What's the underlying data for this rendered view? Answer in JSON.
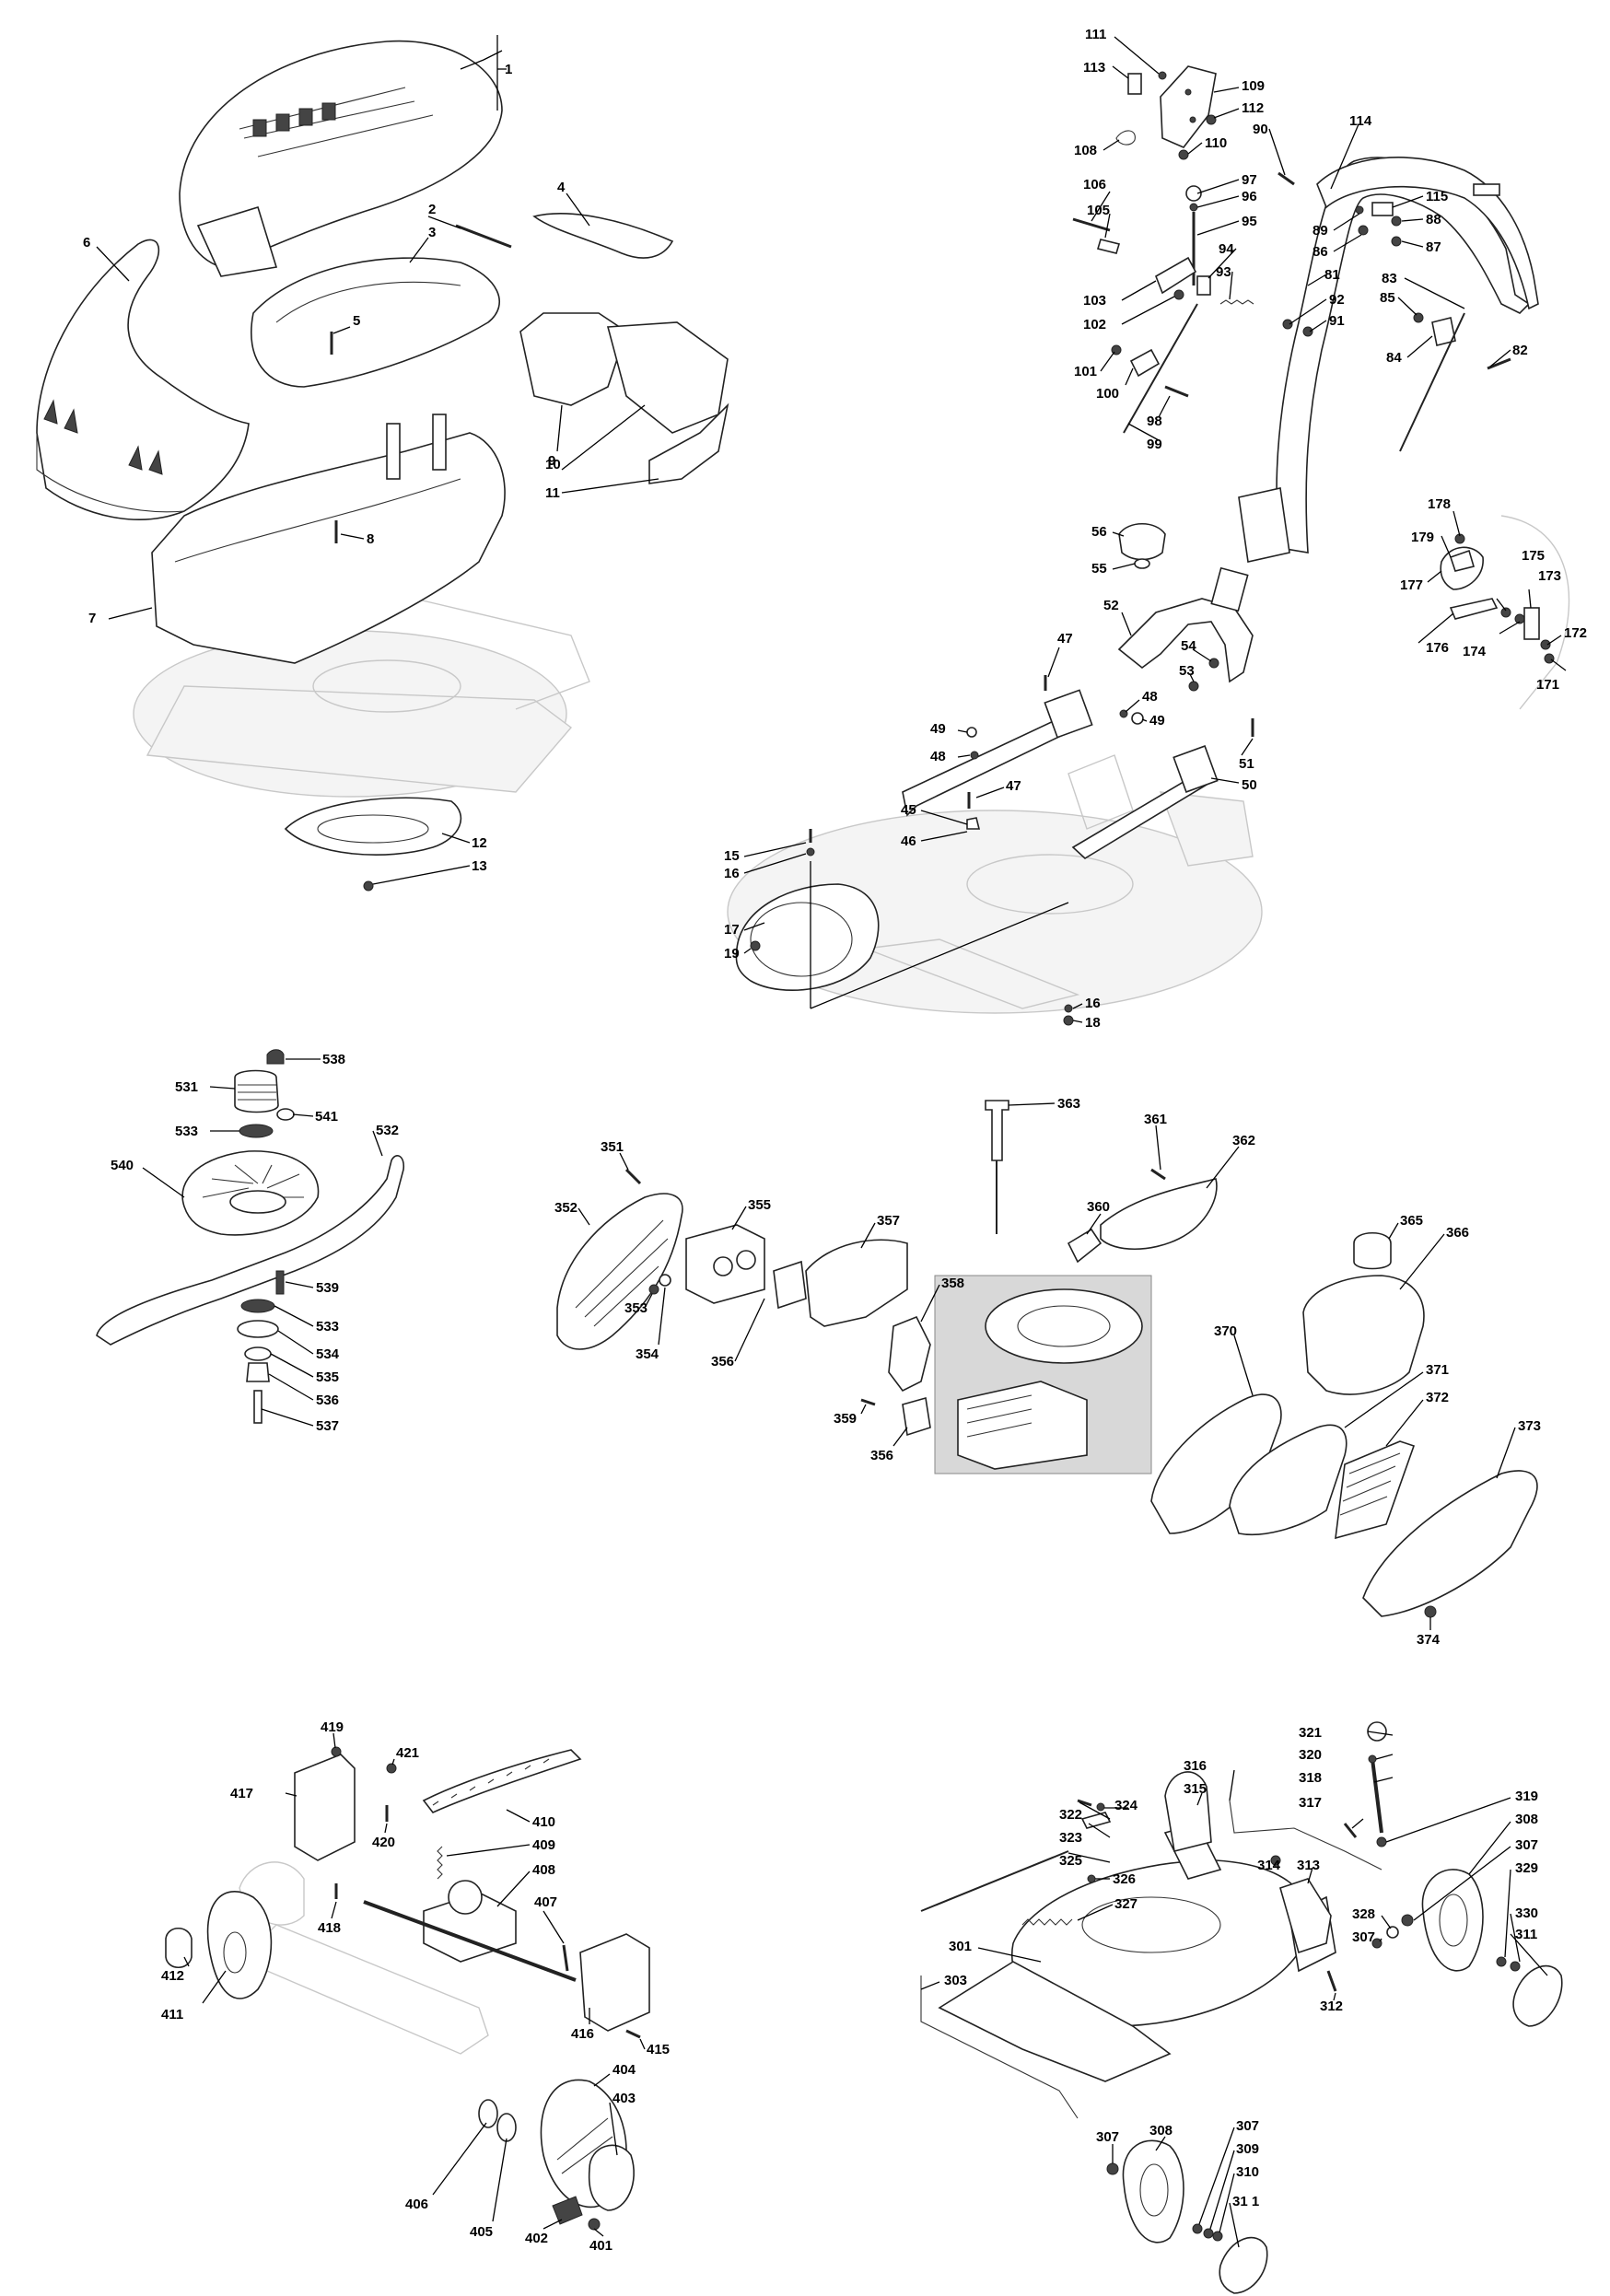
{
  "callouts": [
    {
      "id": "p1",
      "text": "1"
    },
    {
      "id": "p2",
      "text": "2"
    },
    {
      "id": "p3",
      "text": "3"
    },
    {
      "id": "p4",
      "text": "4"
    },
    {
      "id": "p5",
      "text": "5"
    },
    {
      "id": "p6",
      "text": "6"
    },
    {
      "id": "p7",
      "text": "7"
    },
    {
      "id": "p8",
      "text": "8"
    },
    {
      "id": "p9",
      "text": "9"
    },
    {
      "id": "p10",
      "text": "10"
    },
    {
      "id": "p11",
      "text": "11"
    },
    {
      "id": "p12",
      "text": "12"
    },
    {
      "id": "p13",
      "text": "13"
    },
    {
      "id": "p111",
      "text": "111"
    },
    {
      "id": "p113",
      "text": "113"
    },
    {
      "id": "p109",
      "text": "109"
    },
    {
      "id": "p112",
      "text": "112"
    },
    {
      "id": "p90",
      "text": "90"
    },
    {
      "id": "p108",
      "text": "108"
    },
    {
      "id": "p110",
      "text": "110"
    },
    {
      "id": "p114",
      "text": "114"
    },
    {
      "id": "p97",
      "text": "97"
    },
    {
      "id": "p106",
      "text": "106"
    },
    {
      "id": "p96",
      "text": "96"
    },
    {
      "id": "p115",
      "text": "115"
    },
    {
      "id": "p105",
      "text": "105"
    },
    {
      "id": "p95",
      "text": "95"
    },
    {
      "id": "p89",
      "text": "89"
    },
    {
      "id": "p88",
      "text": "88"
    },
    {
      "id": "p86",
      "text": "86"
    },
    {
      "id": "p87",
      "text": "87"
    },
    {
      "id": "p94",
      "text": "94"
    },
    {
      "id": "p81",
      "text": "81"
    },
    {
      "id": "p93",
      "text": "93"
    },
    {
      "id": "p83",
      "text": "83"
    },
    {
      "id": "p103",
      "text": "103"
    },
    {
      "id": "p85",
      "text": "85"
    },
    {
      "id": "p92",
      "text": "92"
    },
    {
      "id": "p102",
      "text": "102"
    },
    {
      "id": "p91",
      "text": "91"
    },
    {
      "id": "p84",
      "text": "84"
    },
    {
      "id": "p82",
      "text": "82"
    },
    {
      "id": "p101",
      "text": "101"
    },
    {
      "id": "p100",
      "text": "100"
    },
    {
      "id": "p98",
      "text": "98"
    },
    {
      "id": "p99",
      "text": "99"
    },
    {
      "id": "p178",
      "text": "178"
    },
    {
      "id": "p56",
      "text": "56"
    },
    {
      "id": "p179",
      "text": "179"
    },
    {
      "id": "p175",
      "text": "175"
    },
    {
      "id": "p55",
      "text": "55"
    },
    {
      "id": "p173",
      "text": "173"
    },
    {
      "id": "p177",
      "text": "177"
    },
    {
      "id": "p52",
      "text": "52"
    },
    {
      "id": "p172",
      "text": "172"
    },
    {
      "id": "p176",
      "text": "176"
    },
    {
      "id": "p174",
      "text": "174"
    },
    {
      "id": "p171",
      "text": "171"
    },
    {
      "id": "p47a",
      "text": "47"
    },
    {
      "id": "p54",
      "text": "54"
    },
    {
      "id": "p53",
      "text": "53"
    },
    {
      "id": "p48a",
      "text": "48"
    },
    {
      "id": "p49a",
      "text": "49"
    },
    {
      "id": "p49b",
      "text": "49"
    },
    {
      "id": "p48b",
      "text": "48"
    },
    {
      "id": "p51",
      "text": "51"
    },
    {
      "id": "p50",
      "text": "50"
    },
    {
      "id": "p47b",
      "text": "47"
    },
    {
      "id": "p45",
      "text": "45"
    },
    {
      "id": "p46",
      "text": "46"
    },
    {
      "id": "p15",
      "text": "15"
    },
    {
      "id": "p16a",
      "text": "16"
    },
    {
      "id": "p17",
      "text": "17"
    },
    {
      "id": "p19",
      "text": "19"
    },
    {
      "id": "p16b",
      "text": "16"
    },
    {
      "id": "p18",
      "text": "18"
    },
    {
      "id": "p538",
      "text": "538"
    },
    {
      "id": "p531",
      "text": "531"
    },
    {
      "id": "p541",
      "text": "541"
    },
    {
      "id": "p533a",
      "text": "533"
    },
    {
      "id": "p532",
      "text": "532"
    },
    {
      "id": "p540",
      "text": "540"
    },
    {
      "id": "p539",
      "text": "539"
    },
    {
      "id": "p533b",
      "text": "533"
    },
    {
      "id": "p534",
      "text": "534"
    },
    {
      "id": "p535",
      "text": "535"
    },
    {
      "id": "p536",
      "text": "536"
    },
    {
      "id": "p537",
      "text": "537"
    },
    {
      "id": "p363",
      "text": "363"
    },
    {
      "id": "p361",
      "text": "361"
    },
    {
      "id": "p351",
      "text": "351"
    },
    {
      "id": "p362",
      "text": "362"
    },
    {
      "id": "p352",
      "text": "352"
    },
    {
      "id": "p355",
      "text": "355"
    },
    {
      "id": "p360",
      "text": "360"
    },
    {
      "id": "p357",
      "text": "357"
    },
    {
      "id": "p365",
      "text": "365"
    },
    {
      "id": "p366",
      "text": "366"
    },
    {
      "id": "p358",
      "text": "358"
    },
    {
      "id": "p353",
      "text": "353"
    },
    {
      "id": "p354",
      "text": "354"
    },
    {
      "id": "p356a",
      "text": "356"
    },
    {
      "id": "p370",
      "text": "370"
    },
    {
      "id": "p371",
      "text": "371"
    },
    {
      "id": "p372",
      "text": "372"
    },
    {
      "id": "p359",
      "text": "359"
    },
    {
      "id": "p356b",
      "text": "356"
    },
    {
      "id": "p373",
      "text": "373"
    },
    {
      "id": "p374",
      "text": "374"
    },
    {
      "id": "p419",
      "text": "419"
    },
    {
      "id": "p421",
      "text": "421"
    },
    {
      "id": "p410",
      "text": "410"
    },
    {
      "id": "p417",
      "text": "417"
    },
    {
      "id": "p420",
      "text": "420"
    },
    {
      "id": "p409",
      "text": "409"
    },
    {
      "id": "p408",
      "text": "408"
    },
    {
      "id": "p418",
      "text": "418"
    },
    {
      "id": "p407",
      "text": "407"
    },
    {
      "id": "p412",
      "text": "412"
    },
    {
      "id": "p411",
      "text": "411"
    },
    {
      "id": "p416",
      "text": "416"
    },
    {
      "id": "p415",
      "text": "415"
    },
    {
      "id": "p404",
      "text": "404"
    },
    {
      "id": "p403",
      "text": "403"
    },
    {
      "id": "p406",
      "text": "406"
    },
    {
      "id": "p405",
      "text": "405"
    },
    {
      "id": "p402",
      "text": "402"
    },
    {
      "id": "p401",
      "text": "401"
    },
    {
      "id": "p321",
      "text": "321"
    },
    {
      "id": "p320",
      "text": "320"
    },
    {
      "id": "p316",
      "text": "316"
    },
    {
      "id": "p318",
      "text": "318"
    },
    {
      "id": "p315",
      "text": "315"
    },
    {
      "id": "p322",
      "text": "322"
    },
    {
      "id": "p324",
      "text": "324"
    },
    {
      "id": "p317",
      "text": "317"
    },
    {
      "id": "p319",
      "text": "319"
    },
    {
      "id": "p323",
      "text": "323"
    },
    {
      "id": "p308a",
      "text": "308"
    },
    {
      "id": "p325",
      "text": "325"
    },
    {
      "id": "p326",
      "text": "326"
    },
    {
      "id": "p307a",
      "text": "307"
    },
    {
      "id": "p314",
      "text": "314"
    },
    {
      "id": "p313",
      "text": "313"
    },
    {
      "id": "p329",
      "text": "329"
    },
    {
      "id": "p327",
      "text": "327"
    },
    {
      "id": "p330",
      "text": "330"
    },
    {
      "id": "p311a",
      "text": "311"
    },
    {
      "id": "p328",
      "text": "328"
    },
    {
      "id": "p307b",
      "text": "307"
    },
    {
      "id": "p301",
      "text": "301"
    },
    {
      "id": "p312",
      "text": "312"
    },
    {
      "id": "p303",
      "text": "303"
    },
    {
      "id": "p307c",
      "text": "307"
    },
    {
      "id": "p308b",
      "text": "308"
    },
    {
      "id": "p307d",
      "text": "307"
    },
    {
      "id": "p309",
      "text": "309"
    },
    {
      "id": "p310",
      "text": "310"
    },
    {
      "id": "p311b",
      "text": "31 1"
    }
  ]
}
